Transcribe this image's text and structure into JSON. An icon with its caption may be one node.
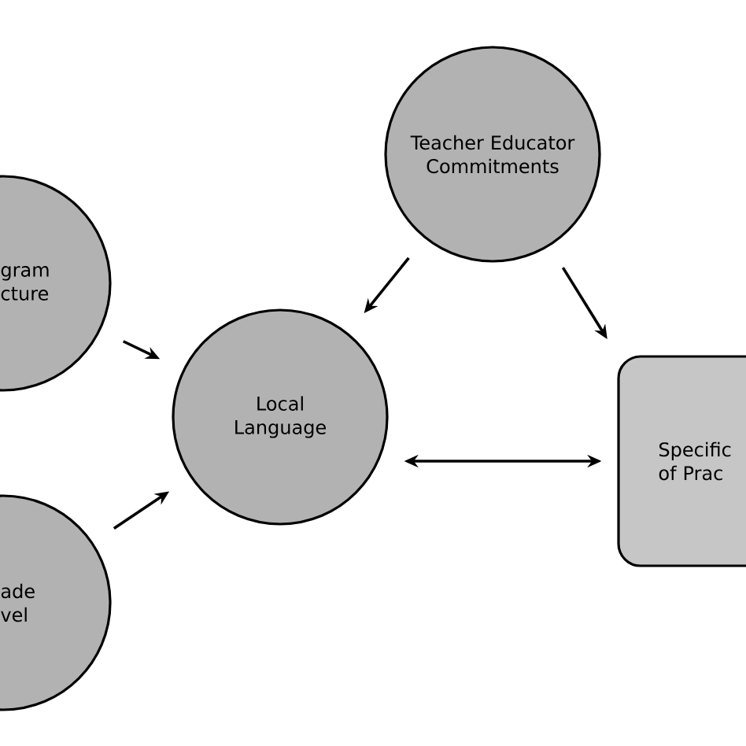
{
  "diagram": {
    "nodes": [
      {
        "text": [
          "Teacher Educator Commitments"
        ]
      },
      {
        "text": [
          "gram cture"
        ]
      },
      {
        "text": [
          "Local Language"
        ]
      },
      {
        "text": [
          "ade vel"
        ]
      },
      {
        "text": [
          "Specific of Prac"
        ]
      }
    ],
    "edges": [
      {
        "from": 0,
        "to": 2,
        "arrow": "to"
      },
      {
        "from": 0,
        "to": 4,
        "arrow": "to"
      },
      {
        "from": 1,
        "to": 2,
        "arrow": "to"
      },
      {
        "from": 3,
        "to": 2,
        "arrow": "to"
      },
      {
        "from": 2,
        "to": 4,
        "arrow": "both"
      }
    ]
  }
}
